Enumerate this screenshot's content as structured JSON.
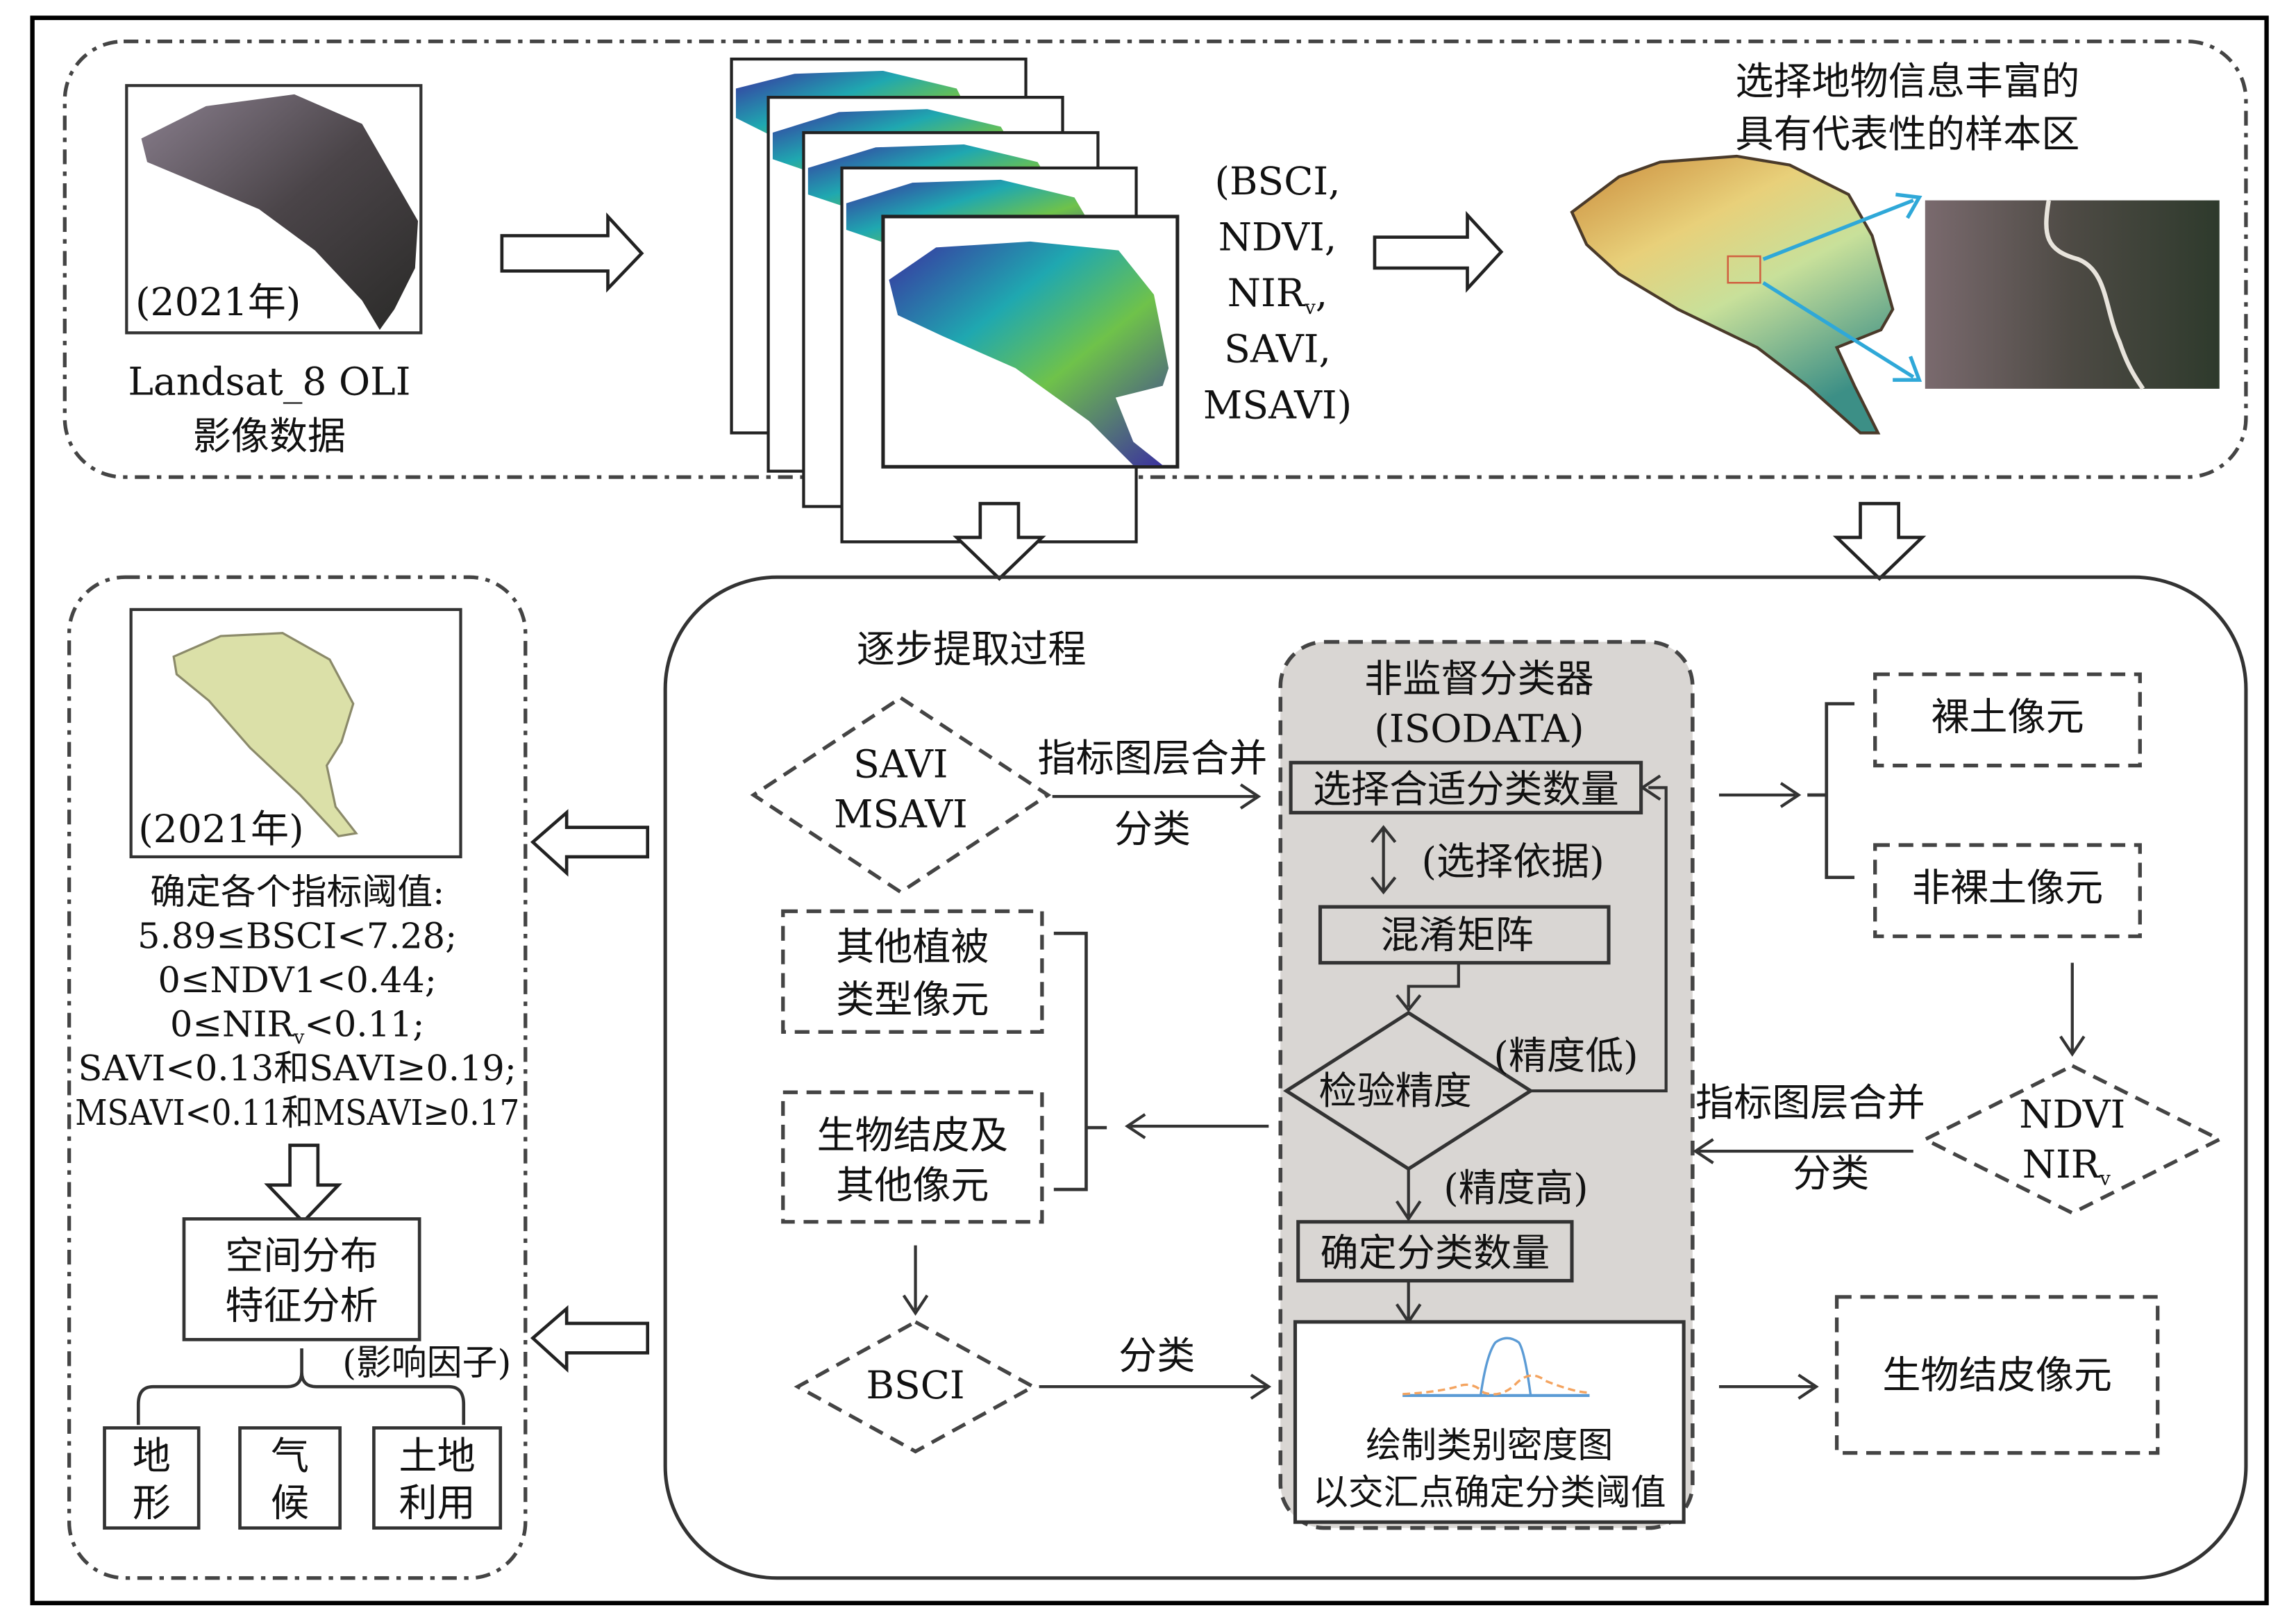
{
  "top_panel": {
    "landsat_image": {
      "year_label": "(2021年)",
      "caption_line1": "Landsat_8 OLI",
      "caption_line2": "影像数据"
    },
    "index_layers": {
      "count": 5,
      "labels": [
        "(BSCI,",
        "NDVI,",
        "NIRv,",
        "SAVI,",
        "MSAVI)"
      ],
      "nir_main": "NIR",
      "nir_sub": "v",
      "nir_suffix": ","
    },
    "sample_area": {
      "title_line1": "选择地物信息丰富的",
      "title_line2": "具有代表性的样本区"
    }
  },
  "left_panel": {
    "result_image": {
      "year_label": "(2021年)"
    },
    "thresholds_title": "确定各个指标阈值:",
    "thresholds": [
      "5.89≤BSCI<7.28;",
      "0≤NDV1<0.44;",
      "0≤NIRv<0.11;",
      "SAVI<0.13和SAVI≥0.19;",
      "MSAVI<0.11和MSAVI≥0.17"
    ],
    "nir_threshold": {
      "prefix": "0≤NIR",
      "sub": "v",
      "suffix": "<0.11;"
    },
    "analysis_box": {
      "line1": "空间分布",
      "line2": "特征分析"
    },
    "factors_label": "(影响因子)",
    "factors": [
      {
        "line1": "地",
        "line2": "形"
      },
      {
        "line1": "气",
        "line2": "候"
      },
      {
        "line1": "土地",
        "line2": "利用"
      }
    ]
  },
  "process_panel": {
    "title": "逐步提取过程",
    "diamond_savi": {
      "line1": "SAVI",
      "line2": "MSAVI"
    },
    "merge_label_top": "指标图层合并",
    "merge_label_bottom": "分类",
    "other_veg_box": {
      "line1": "其他植被",
      "line2": "类型像元"
    },
    "crust_other_box": {
      "line1": "生物结皮及",
      "line2": "其他像元"
    },
    "diamond_bsci": {
      "label": "BSCI"
    },
    "bsci_arrow_label": "分类",
    "classifier": {
      "title_line1": "非监督分类器",
      "title_line2": "(ISODATA)",
      "select_count": "选择合适分类数量",
      "basis_label": "(选择依据)",
      "confusion_matrix": "混淆矩阵",
      "check_accuracy": "检验精度",
      "low_accuracy": "(精度低)",
      "high_accuracy": "(精度高)",
      "determine_count": "确定分类数量",
      "density_caption_line1": "绘制类别密度图",
      "density_caption_line2": "以交汇点确定分类阈值"
    },
    "bare_soil_box": "裸土像元",
    "non_bare_soil_box": "非裸土像元",
    "diamond_ndvi": {
      "line1": "NDVI",
      "line2_main": "NIR",
      "line2_sub": "v"
    },
    "right_merge_label_top": "指标图层合并",
    "right_merge_label_bottom": "分类",
    "crust_pixel_box": "生物结皮像元"
  },
  "colors": {
    "classifier_bg": "#d9d6d3",
    "density_blue": "#5b9bd5",
    "density_orange": "#f4a460",
    "index_blue": "#3a2fa0",
    "index_green": "#6fc24a",
    "index_teal": "#1fa8b0",
    "sample_arrow": "#2fa8d8"
  }
}
